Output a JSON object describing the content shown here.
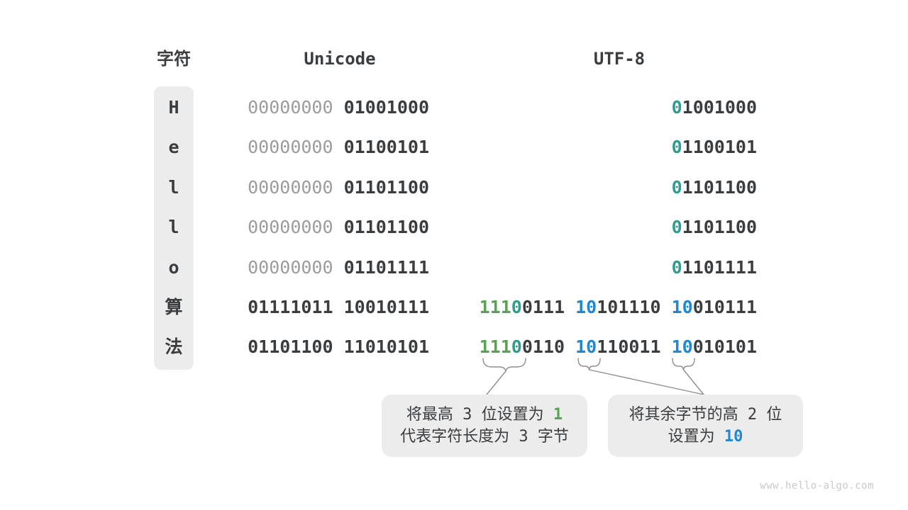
{
  "title": "UTF-8 encoding diagram",
  "colors": {
    "dark": "#3A3D40",
    "gray": "#9C9C9E",
    "green": "#56A351",
    "teal": "#2E9C8E",
    "blue": "#2088D2",
    "box_bg": "#ECECEC",
    "line": "#8F8F8F",
    "watermark": "#C9C9C9"
  },
  "header": {
    "char": "字符",
    "unicode": "Unicode",
    "utf8": "UTF-8"
  },
  "rows": [
    {
      "char": "H",
      "unicode": [
        {
          "t": "00000000",
          "c": "gray",
          "b": 0
        },
        {
          "t": " 01001000"
        }
      ],
      "utf8": [
        {
          "t": "0",
          "c": "teal"
        },
        {
          "t": "1001000"
        }
      ]
    },
    {
      "char": "e",
      "unicode": [
        {
          "t": "00000000",
          "c": "gray",
          "b": 0
        },
        {
          "t": " 01100101"
        }
      ],
      "utf8": [
        {
          "t": "0",
          "c": "teal"
        },
        {
          "t": "1100101"
        }
      ]
    },
    {
      "char": "l",
      "unicode": [
        {
          "t": "00000000",
          "c": "gray",
          "b": 0
        },
        {
          "t": " 01101100"
        }
      ],
      "utf8": [
        {
          "t": "0",
          "c": "teal"
        },
        {
          "t": "1101100"
        }
      ]
    },
    {
      "char": "l",
      "unicode": [
        {
          "t": "00000000",
          "c": "gray",
          "b": 0
        },
        {
          "t": " 01101100"
        }
      ],
      "utf8": [
        {
          "t": "0",
          "c": "teal"
        },
        {
          "t": "1101100"
        }
      ]
    },
    {
      "char": "o",
      "unicode": [
        {
          "t": "00000000",
          "c": "gray",
          "b": 0
        },
        {
          "t": " 01101111"
        }
      ],
      "utf8": [
        {
          "t": "0",
          "c": "teal"
        },
        {
          "t": "1101111"
        }
      ]
    },
    {
      "char": "算",
      "unicode": [
        {
          "t": "01111011 10010111"
        }
      ],
      "utf8": [
        {
          "t": "111",
          "c": "green"
        },
        {
          "t": "0",
          "c": "teal"
        },
        {
          "t": "0111 "
        },
        {
          "t": "10",
          "c": "blue"
        },
        {
          "t": "101110 "
        },
        {
          "t": "10",
          "c": "blue"
        },
        {
          "t": "010111"
        }
      ]
    },
    {
      "char": "法",
      "unicode": [
        {
          "t": "01101100 11010101"
        }
      ],
      "utf8": [
        {
          "t": "111",
          "c": "green"
        },
        {
          "t": "0",
          "c": "teal"
        },
        {
          "t": "0110 "
        },
        {
          "t": "10",
          "c": "blue"
        },
        {
          "t": "110011 "
        },
        {
          "t": "10",
          "c": "blue"
        },
        {
          "t": "010101"
        }
      ]
    }
  ],
  "callouts": {
    "left": {
      "line1": [
        {
          "t": "将最高 3 位设置为 "
        },
        {
          "t": "1",
          "c": "green",
          "b": 1
        }
      ],
      "line2": [
        {
          "t": "代表字符长度为 3 字节"
        }
      ]
    },
    "right": {
      "line1": [
        {
          "t": "将其余字节的高 2 位"
        }
      ],
      "line2": [
        {
          "t": "设置为 "
        },
        {
          "t": "10",
          "c": "blue",
          "b": 1
        }
      ]
    }
  },
  "watermark": "www.hello-algo.com"
}
